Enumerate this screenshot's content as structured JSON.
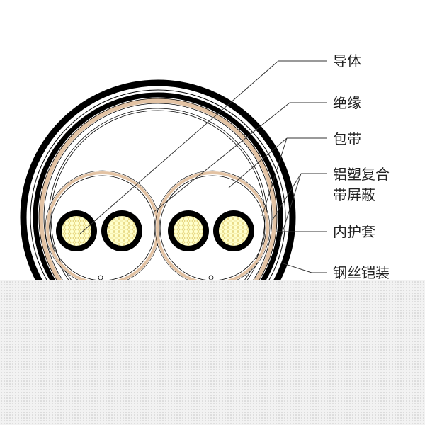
{
  "labels": {
    "conductor": "导体",
    "insulation": "绝缘",
    "tape": "包带",
    "shield_line1": "铝塑复合",
    "shield_line2": "带屏蔽",
    "inner_sheath": "内护套",
    "armour": "钢丝铠装"
  },
  "colors": {
    "black": "#000000",
    "tan": "#e3c3a4",
    "conductor_fill": "#ffffcc",
    "conductor_mesh": "#d9c25a",
    "overlay": "#f2f2f2",
    "overlay_dot": "#c4c4c4"
  }
}
